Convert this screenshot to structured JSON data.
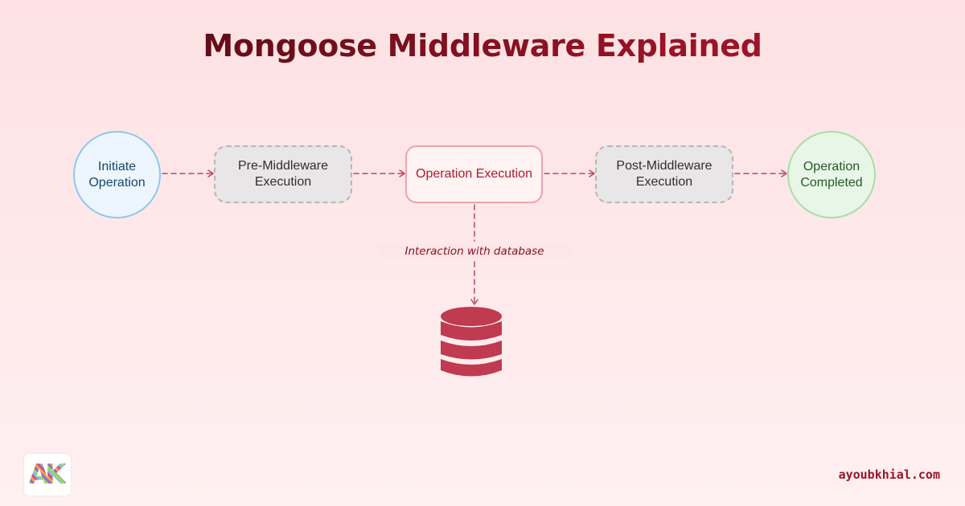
{
  "title": "Mongoose Middleware Explained",
  "nodes": {
    "initiate": "Initiate Operation",
    "pre": "Pre-Middleware Execution",
    "operation": "Operation Execution",
    "post": "Post-Middleware Execution",
    "completed": "Operation Completed"
  },
  "db_edge_label": "Interaction with database",
  "db_icon": "database-icon",
  "logo_text": "AK",
  "footer": {
    "website": "ayoubkhial.com"
  },
  "colors": {
    "title": "#8f1223",
    "arrow": "#b54a5a",
    "database": "#c03a50",
    "start_border": "#8fc6ee",
    "end_border": "#a7dfa7",
    "operation_border": "#eea2ad",
    "website": "#9a1426"
  }
}
